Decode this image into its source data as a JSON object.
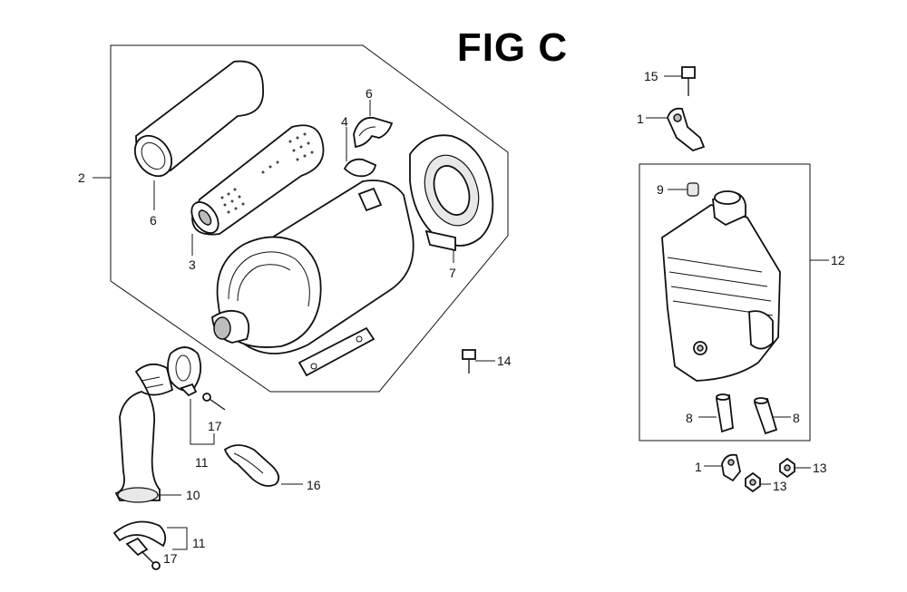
{
  "title": "FIG C",
  "callouts": {
    "c2": "2",
    "c6a": "6",
    "c3": "3",
    "c6b": "6",
    "c4": "4",
    "c7": "7",
    "c14": "14",
    "c17a": "17",
    "c11a": "11",
    "c10": "10",
    "c16": "16",
    "c11b": "11",
    "c17b": "17",
    "c15": "15",
    "c1a": "1",
    "c9": "9",
    "c12": "12",
    "c8a": "8",
    "c8b": "8",
    "c1b": "1",
    "c13a": "13",
    "c13b": "13"
  }
}
